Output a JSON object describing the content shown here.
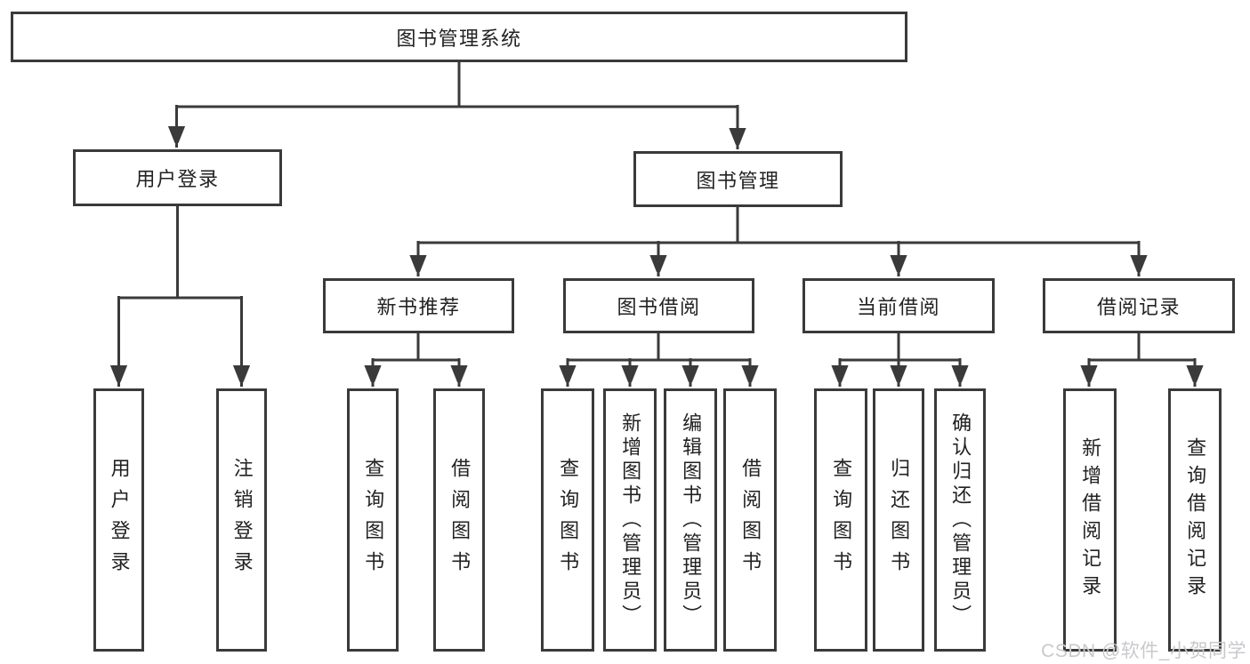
{
  "diagram": {
    "colors": {
      "line": "#3a3a3a",
      "text": "#222222",
      "background": "#ffffff"
    },
    "nodes": {
      "root": {
        "label": "图书管理系统"
      },
      "user_login": {
        "label": "用户登录"
      },
      "book_mgmt": {
        "label": "图书管理"
      },
      "new_book_rec": {
        "label": "新书推荐"
      },
      "book_borrow": {
        "label": "图书借阅"
      },
      "current_borrow": {
        "label": "当前借阅"
      },
      "borrow_records": {
        "label": "借阅记录"
      },
      "leaf_user_login": {
        "label": "用户登录"
      },
      "leaf_logout": {
        "label": "注销登录"
      },
      "leaf_rec_query": {
        "label": "查询图书"
      },
      "leaf_rec_borrow": {
        "label": "借阅图书"
      },
      "leaf_bb_query": {
        "label": "查询图书"
      },
      "leaf_bb_add": {
        "label": "新增图书（管理员）"
      },
      "leaf_bb_edit": {
        "label": "编辑图书（管理员）"
      },
      "leaf_bb_borrow": {
        "label": "借阅图书"
      },
      "leaf_cb_query": {
        "label": "查询图书"
      },
      "leaf_cb_return": {
        "label": "归还图书"
      },
      "leaf_cb_confirm": {
        "label": "确认归还（管理员）"
      },
      "leaf_br_add": {
        "label": "新增借阅记录"
      },
      "leaf_br_query": {
        "label": "查询借阅记录"
      }
    }
  },
  "watermark": {
    "text": "CSDN @软件_小贺同学",
    "color": "#c8c9cb"
  }
}
